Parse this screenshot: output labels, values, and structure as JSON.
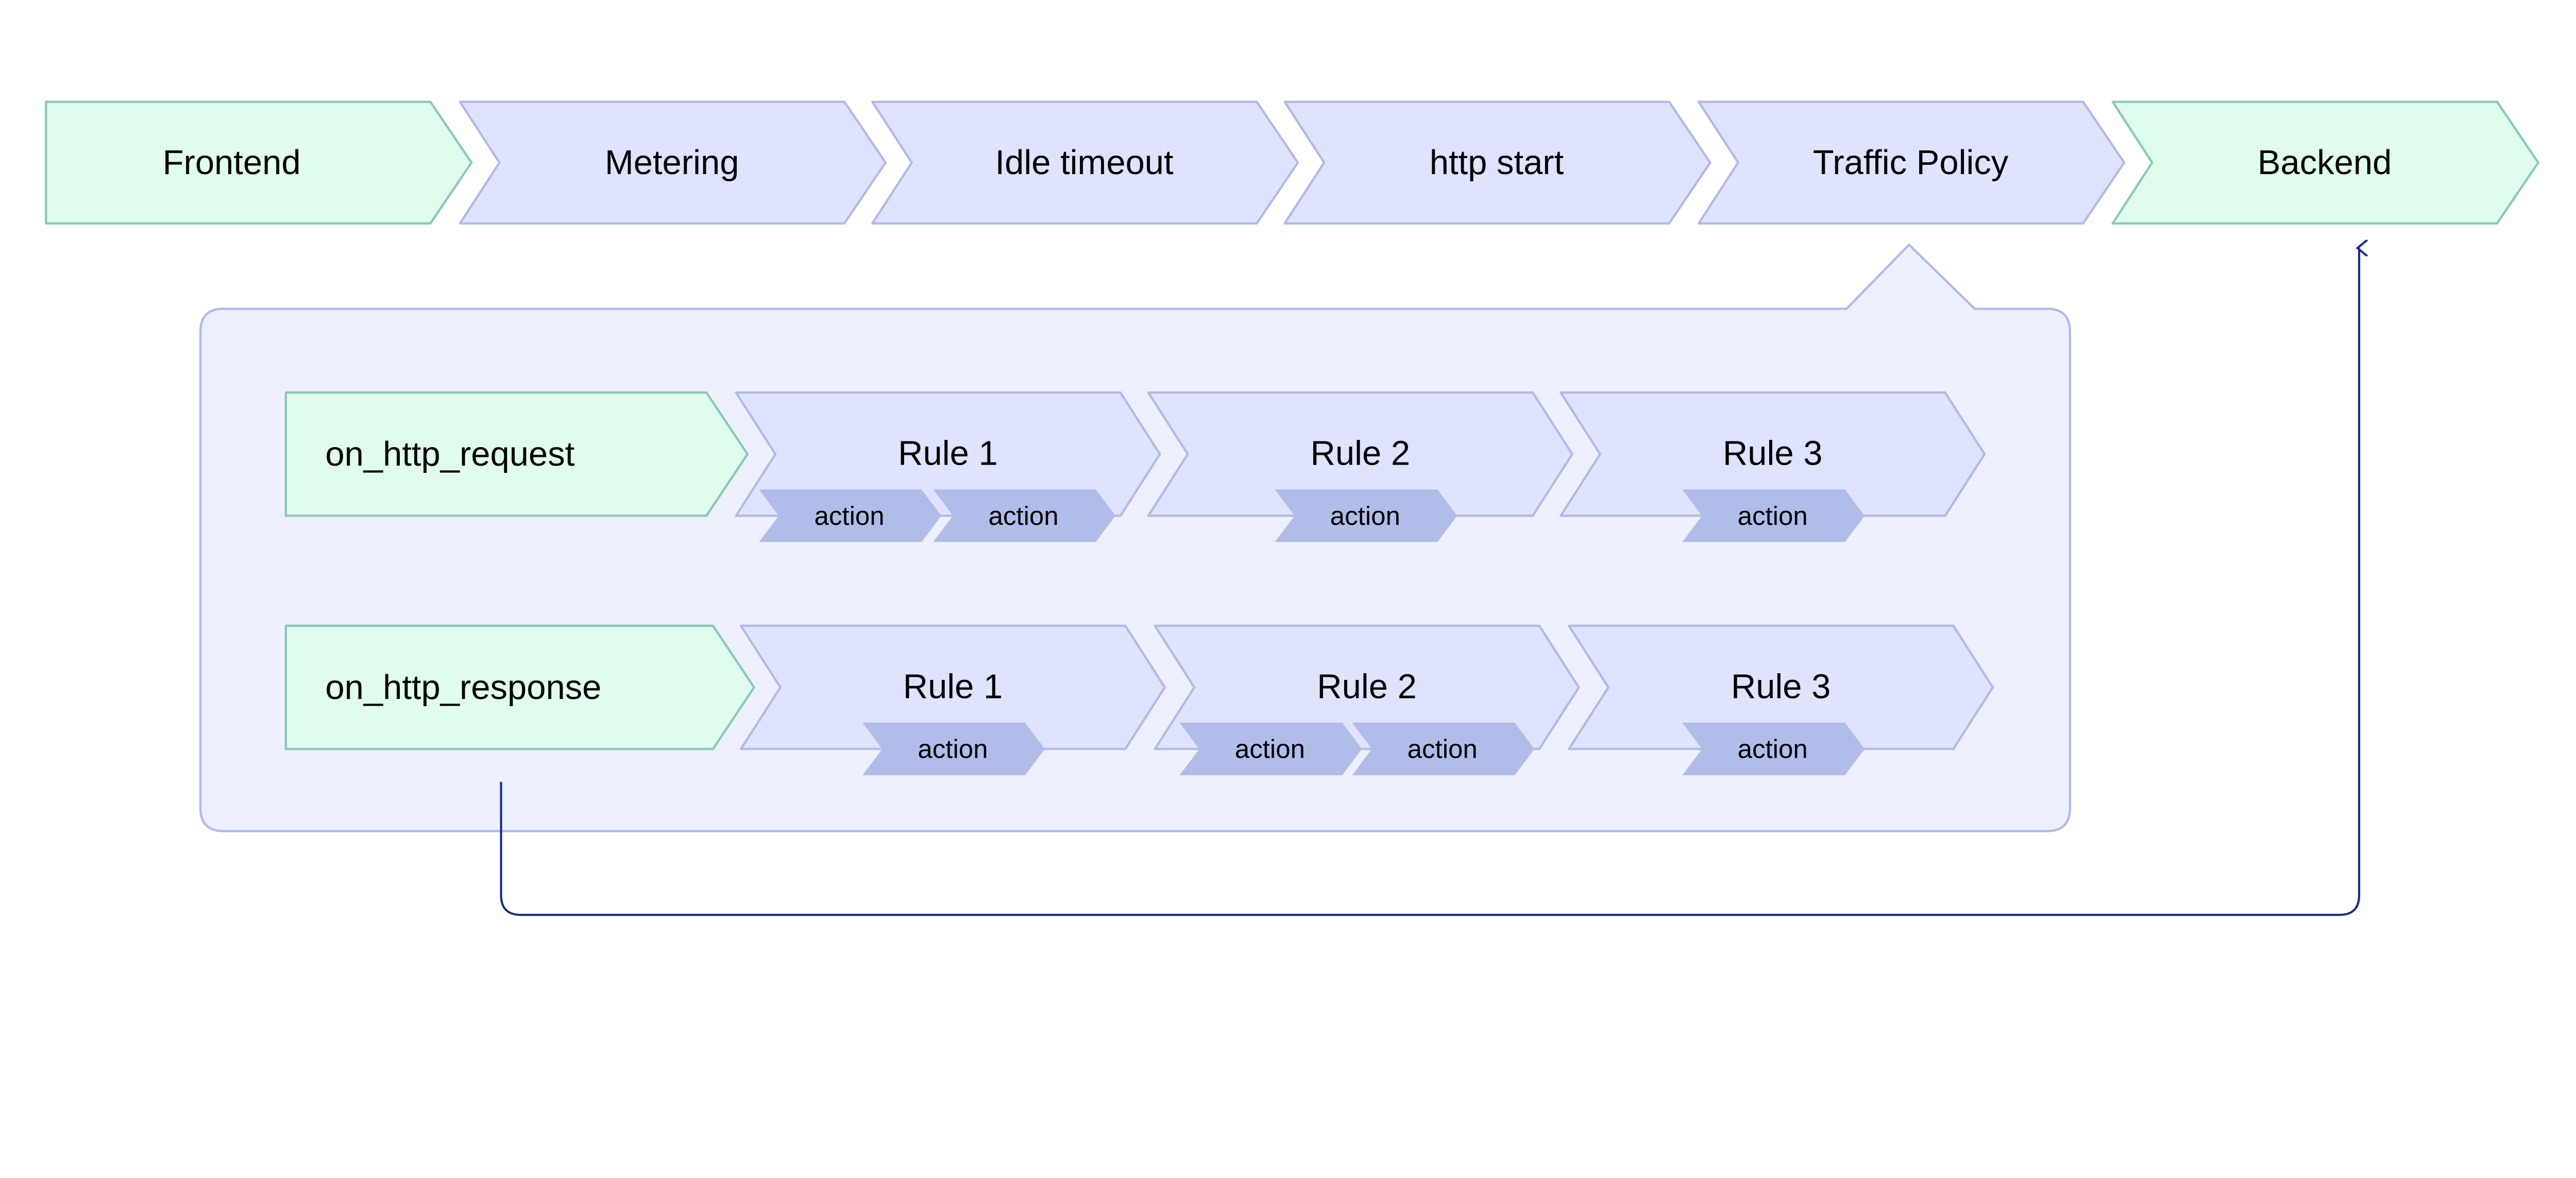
{
  "pipeline": {
    "stages": [
      {
        "label": "Frontend",
        "kind": "endpoint"
      },
      {
        "label": "Metering",
        "kind": "step"
      },
      {
        "label": "Idle timeout",
        "kind": "step"
      },
      {
        "label": "http start",
        "kind": "step"
      },
      {
        "label": "Traffic Policy",
        "kind": "step"
      },
      {
        "label": "Backend",
        "kind": "endpoint"
      }
    ]
  },
  "traffic_policy": {
    "phases": [
      {
        "label": "on_http_request",
        "rules": [
          {
            "label": "Rule 1",
            "actions": [
              "action",
              "action"
            ]
          },
          {
            "label": "Rule 2",
            "actions": [
              "action"
            ]
          },
          {
            "label": "Rule 3",
            "actions": [
              "action"
            ]
          }
        ]
      },
      {
        "label": "on_http_response",
        "rules": [
          {
            "label": "Rule 1",
            "actions": [
              "action"
            ]
          },
          {
            "label": "Rule 2",
            "actions": [
              "action",
              "action"
            ]
          },
          {
            "label": "Rule 3",
            "actions": [
              "action"
            ]
          }
        ]
      }
    ]
  },
  "colors": {
    "endpoint_fill": "#e0fcec",
    "endpoint_stroke": "#8cc9b8",
    "step_fill": "#dfe3fd",
    "step_stroke": "#b0bbe9",
    "panel_fill": "#eef0fd",
    "action_fill": "#b0bde9",
    "arrow": "#1b2a8a"
  }
}
